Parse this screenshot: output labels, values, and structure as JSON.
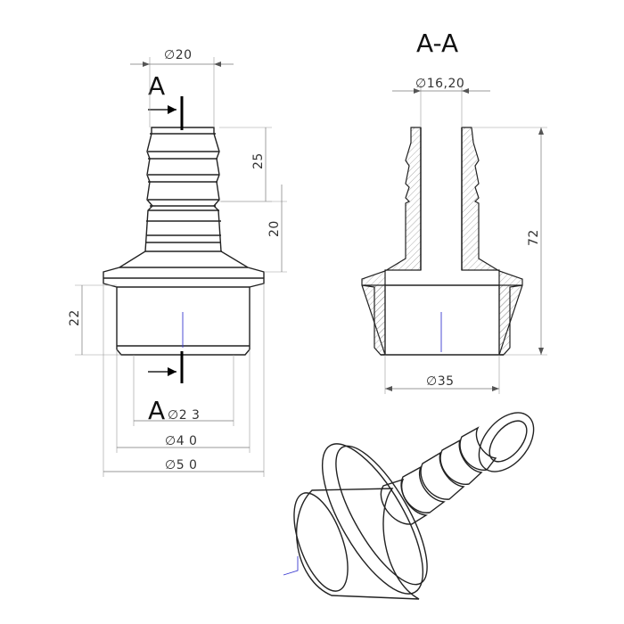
{
  "front_view": {
    "section_mark_top": "A",
    "section_mark_bottom": "A",
    "dim_tip_diameter": "∅20",
    "dim_barb_length": "25",
    "dim_mid_length": "20",
    "dim_socket_length": "22",
    "dim_inner_diameter": "∅2 3",
    "dim_socket_diameter": "∅4 0",
    "dim_flange_diameter": "∅5 0"
  },
  "section_view": {
    "title": "A-A",
    "dim_bore_diameter": "∅16,20",
    "dim_total_length": "72",
    "dim_socket_diameter": "∅35"
  },
  "colors": {
    "line": "#222222",
    "center_line": "#3a3ad0",
    "hatch": "#888888"
  }
}
